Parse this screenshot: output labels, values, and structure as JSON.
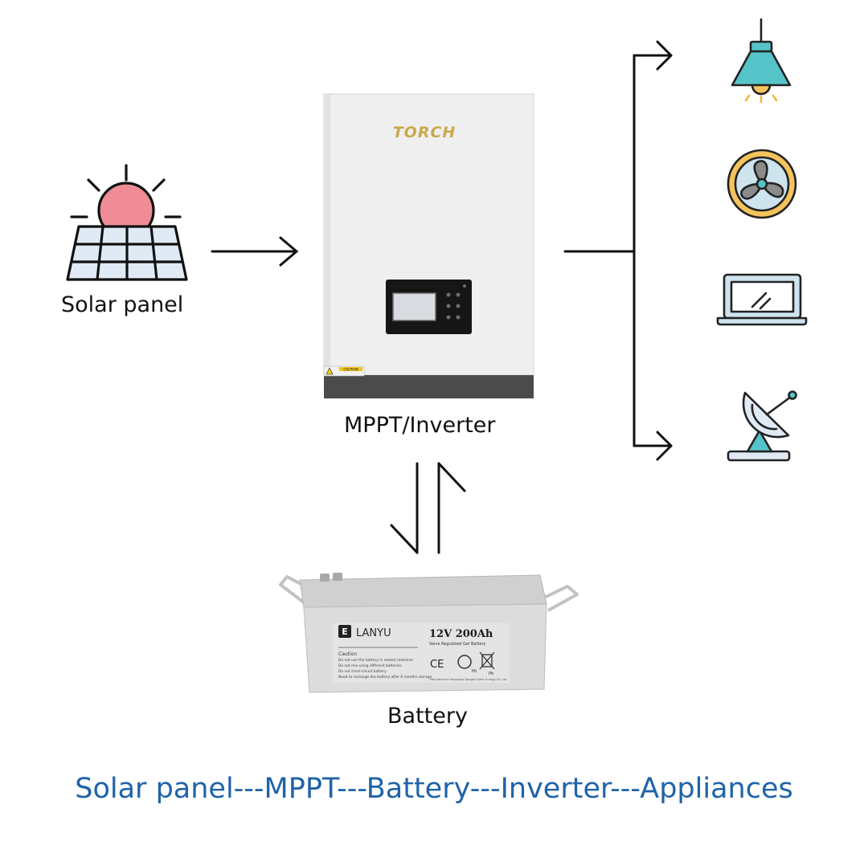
{
  "nodes": {
    "solar_panel": "Solar panel",
    "inverter": "MPPT/Inverter",
    "battery": "Battery"
  },
  "inverter_device": {
    "brand": "TORCH",
    "warning_label": "CAUTION"
  },
  "battery_device": {
    "brand": "LANYU",
    "rating": "12V 200Ah",
    "type": "Valve Regulated Gel Battery",
    "caution_title": "Caution",
    "caution_lines": [
      "Do not use the battery in sealed container",
      "Do not mix-using different batteries",
      "Do not short-circuit battery",
      "Need to recharge the battery after 6 months storage"
    ],
    "manufacturer": "Manufacturer:Yangzhou Dongtai Solar Energy Co.,Ltd",
    "cert_marks": [
      "CE",
      "Pb",
      "Pb"
    ]
  },
  "appliances": [
    "lamp-icon",
    "fan-icon",
    "laptop-icon",
    "satellite-dish-icon"
  ],
  "caption": "Solar panel---MPPT---Battery---Inverter---Appliances",
  "colors": {
    "caption": "#1f63a9",
    "sun": "#ef8c95",
    "panel": "#dfeaf5",
    "teal": "#55c4c8",
    "gold": "#f4c35d",
    "inverter_body": "#eeeeee",
    "inverter_base": "#4b4b4b",
    "battery_body": "#dcdcdc"
  }
}
